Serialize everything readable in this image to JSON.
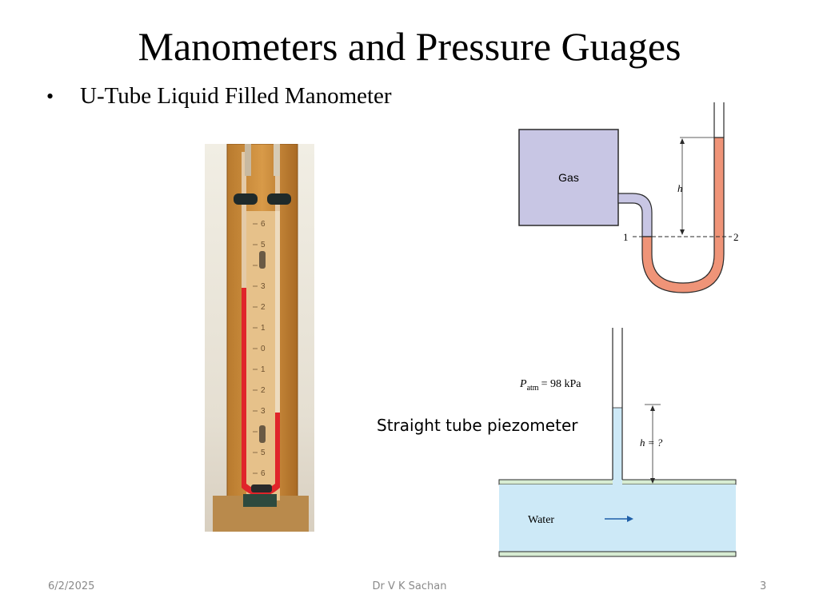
{
  "slide": {
    "title": "Manometers and Pressure Guages",
    "bullet_symbol": "•",
    "bullet_text": "U-Tube Liquid Filled Manometer",
    "piezometer_label": "Straight tube piezometer"
  },
  "utube_diagram": {
    "gas_label": "Gas",
    "height_label": "h",
    "point1_label": "1",
    "point2_label": "2",
    "colors": {
      "gas": "#c8c6e4",
      "liquid": "#ef9478"
    }
  },
  "piezometer_diagram": {
    "patm_symbol": "P",
    "patm_subscript": "atm",
    "patm_value": "= 98 kPa",
    "height_label": "h = ?",
    "fluid_label": "Water",
    "colors": {
      "water": "#cde9f7"
    }
  },
  "photo_scale": {
    "ticks": [
      "6",
      "5",
      "4",
      "3",
      "2",
      "1",
      "0",
      "1",
      "2",
      "3",
      "4",
      "5",
      "6"
    ]
  },
  "footer": {
    "date": "6/2/2025",
    "author": "Dr V K Sachan",
    "page": "3"
  }
}
